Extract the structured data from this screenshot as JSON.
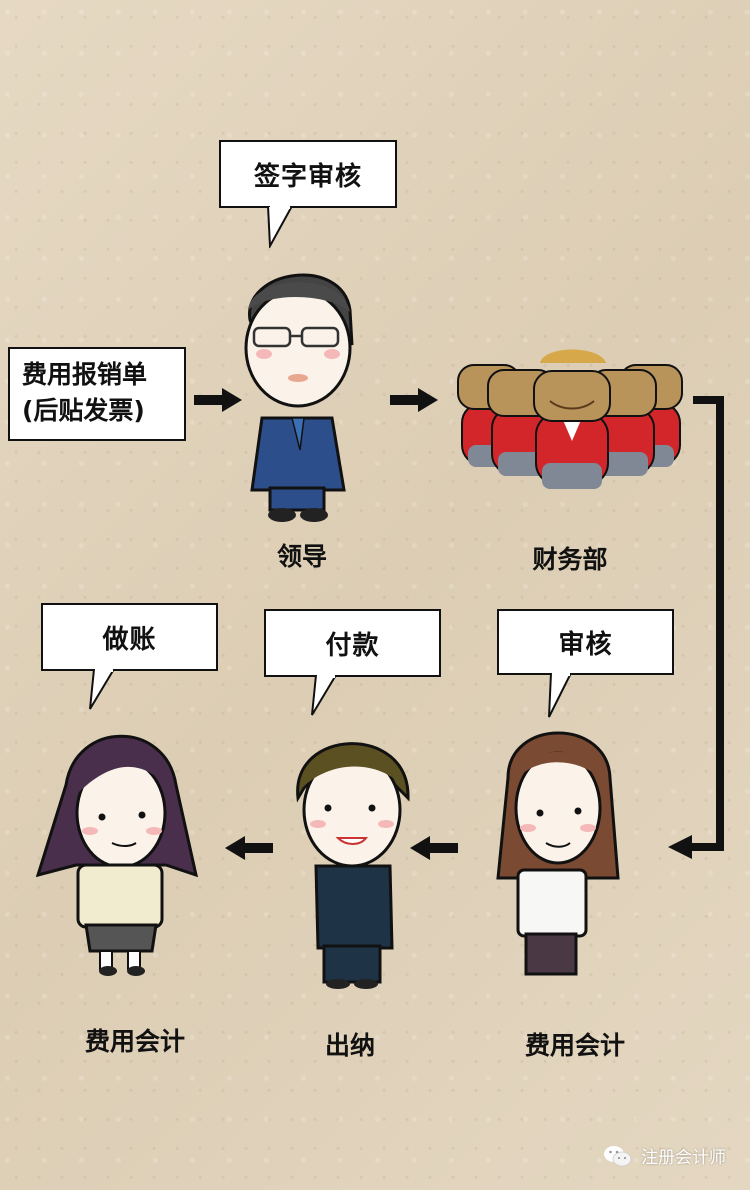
{
  "diagram": {
    "type": "process-flow",
    "input_document": {
      "line1": "费用报销单",
      "line2": "(后贴发票)"
    },
    "nodes": [
      {
        "id": "leader",
        "label": "领导",
        "bubble": "签字审核"
      },
      {
        "id": "finance_dept",
        "label": "财务部",
        "bubble": ""
      },
      {
        "id": "expense_accountant_review",
        "label": "费用会计",
        "bubble": "审核"
      },
      {
        "id": "cashier",
        "label": "出纳",
        "bubble": "付款"
      },
      {
        "id": "expense_accountant_booking",
        "label": "费用会计",
        "bubble": "做账"
      }
    ],
    "flow": [
      "input_document",
      "leader",
      "finance_dept",
      "expense_accountant_review",
      "cashier",
      "expense_accountant_booking"
    ]
  },
  "colors": {
    "background": "#e3d6c0",
    "arrow": "#111111",
    "suit_blue": "#2c4f8c",
    "cow_red": "#d2262b",
    "cashier_navy": "#1f3346",
    "hair_purple": "#4a2f4c",
    "hair_brown": "#7a4a32"
  },
  "watermark": {
    "icon": "wechat-icon",
    "text": "注册会计师"
  }
}
